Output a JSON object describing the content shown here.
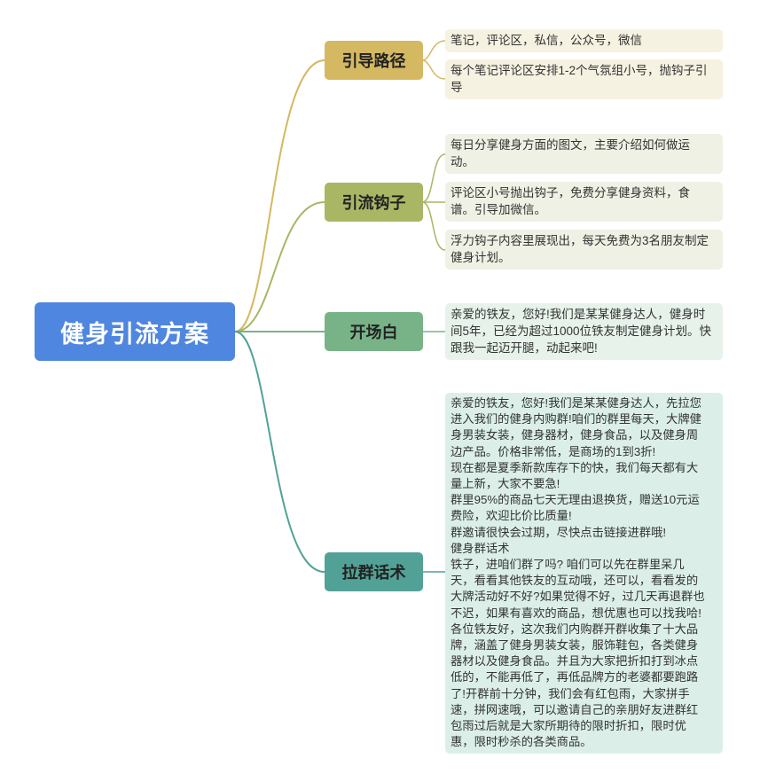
{
  "root": {
    "label": "健身引流方案"
  },
  "colors": {
    "root": "#4f86df",
    "branch_guide": "#d4b862",
    "branch_hook": "#a9b664",
    "branch_opening": "#78b388",
    "branch_group": "#52a197"
  },
  "branches": [
    {
      "label": "引导路径",
      "leaves": [
        {
          "lines": [
            "笔记，评论区，私信，公众号，微信"
          ]
        },
        {
          "lines": [
            "每个笔记评论区安排1-2个气氛组小号，抛钩子引",
            "导"
          ]
        }
      ]
    },
    {
      "label": "引流钩子",
      "leaves": [
        {
          "lines": [
            "每日分享健身方面的图文，主要介绍如何做运",
            "动。"
          ]
        },
        {
          "lines": [
            "评论区小号抛出钩子，免费分享健身资料，食",
            "谱。引导加微信。"
          ]
        },
        {
          "lines": [
            "浮力钩子内容里展现出，每天免费为3名朋友制定",
            "健身计划。"
          ]
        }
      ]
    },
    {
      "label": "开场白",
      "leaves": [
        {
          "lines": [
            "亲爱的铁友，您好!我们是某某健身达人，健身时",
            "间5年，已经为超过1000位铁友制定健身计划。快",
            "跟我一起迈开腿，动起来吧!"
          ]
        }
      ]
    },
    {
      "label": "拉群话术",
      "leaves": [
        {
          "lines": [
            "亲爱的铁友，您好!我们是某某健身达人，先拉您",
            "进入我们的健身内购群!咱们的群里每天，大牌健",
            "身男装女装，健身器材，健身食品，以及健身周",
            "边产品。价格非常低，是商场的1到3折!",
            "现在都是夏季新款库存下的快，我们每天都有大",
            "量上新，大家不要急!",
            "群里95%的商品七天无理由退换货，赠送10元运",
            "费险，欢迎比价比质量!",
            "群邀请很快会过期，尽快点击链接进群哦!",
            "健身群话术",
            "铁子，进咱们群了吗? 咱们可以先在群里呆几",
            "天，看看其他铁友的互动哦，还可以，看看发的",
            "大牌活动好不好?如果觉得不好，过几天再退群也",
            "不迟，如果有喜欢的商品，想优惠也可以找我哈!",
            "各位铁友好，这次我们内购群开群收集了十大品",
            "牌，涵盖了健身男装女装，服饰鞋包，各类健身",
            "器材以及健身食品。并且为大家把折扣打到冰点",
            "低的，不能再低了，再低品牌方的老婆都要跑路",
            "了!开群前十分钟，我们会有红包雨，大家拼手",
            "速，拼网速哦，可以邀请自己的亲朋好友进群红",
            "包雨过后就是大家所期待的限时折扣，限时优",
            "惠，限时秒杀的各类商品。"
          ]
        }
      ]
    }
  ]
}
